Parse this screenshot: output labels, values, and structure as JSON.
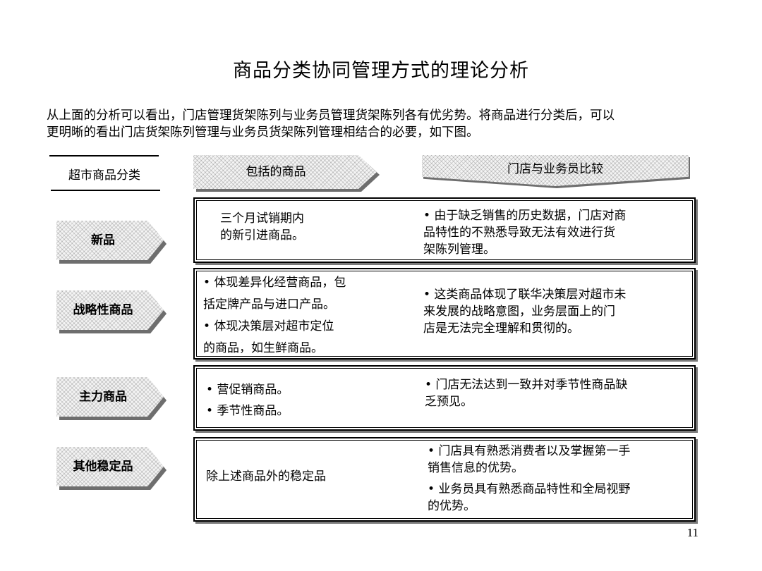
{
  "page": {
    "title": "商品分类协同管理方式的理论分析",
    "intro_line1": "从上面的分析可以看出，门店管理货架陈列与业务员管理货架陈列各有优劣势。将商品进行分类后，可以",
    "intro_line2": "更明晰的看出门店货架陈列管理与业务员货架陈列管理相结合的必要，如下图。",
    "page_number": "11"
  },
  "table": {
    "headers": {
      "category": "超市商品分类",
      "included": "包括的商品",
      "comparison": "门店与业务员比较"
    },
    "rows": [
      {
        "category": "新品",
        "included": [
          "三个月试销期内",
          "的新引进商品。"
        ],
        "comparison": [
          "• 由于缺乏销售的历史数据，门店对商",
          "品特性的不熟悉导致无法有效进行货",
          "架陈列管理。"
        ]
      },
      {
        "category": "战略性商品",
        "included": [
          "• 体现差异化经营商品，包",
          "括定牌产品与进口产品。",
          "• 体现决策层对超市定位",
          "的商品，如生鲜商品。"
        ],
        "comparison": [
          "• 这类商品体现了联华决策层对超市未",
          "来发展的战略意图，业务层面上的门",
          "店是无法完全理解和贯彻的。"
        ]
      },
      {
        "category": "主力商品",
        "included": [
          "• 营促销商品。",
          "• 季节性商品。"
        ],
        "comparison": [
          "• 门店无法达到一致并对季节性商品缺",
          "乏预见。"
        ]
      },
      {
        "category": "其他稳定品",
        "included": [
          "除上述商品外的稳定品"
        ],
        "comparison": [
          "• 门店具有熟悉消费者以及掌握第一手",
          "销售信息的优势。",
          "• 业务员具有熟悉商品特性和全局视野",
          "的优势。"
        ]
      }
    ]
  }
}
